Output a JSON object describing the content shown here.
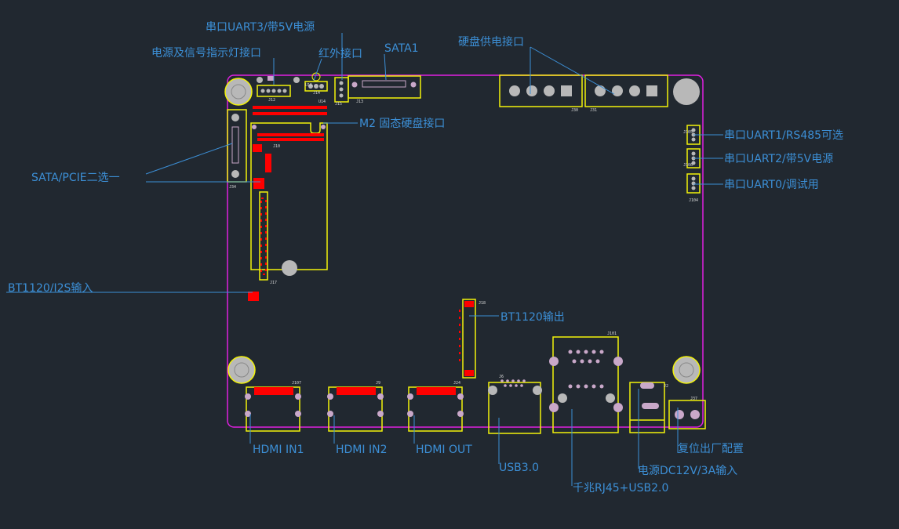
{
  "labels": {
    "uart3": "串口UART3/带5V电源",
    "power_led": "电源及信号指示灯接口",
    "ir": "红外接口",
    "sata1": "SATA1",
    "hdd_power": "硬盘供电接口",
    "m2": "M2 固态硬盘接口",
    "sata_pcie": "SATA/PCIE二选一",
    "bt1120_in": "BT1120/I2S输入",
    "bt1120_out": "BT1120输出",
    "uart1": "串口UART1/RS485可选",
    "uart2": "串口UART2/带5V电源",
    "uart0": "串口UART0/调试用",
    "hdmi_in1": "HDMI IN1",
    "hdmi_in2": "HDMI IN2",
    "hdmi_out": "HDMI OUT",
    "usb3": "USB3.0",
    "rj45": "千兆RJ45+USB2.0",
    "dc_in": "电源DC12V/3A输入",
    "reset": "复位出厂配置"
  },
  "designators": {
    "j12": "J12",
    "j13": "J13",
    "j14": "J14",
    "j15": "J15",
    "u14": "U14",
    "u15": "U15",
    "j30": "J30",
    "j31": "J31",
    "j34": "J34",
    "j10": "J10",
    "j17": "J17",
    "j18": "J18",
    "j105": "J105",
    "j106": "J106",
    "j104": "J104",
    "j107": "J107",
    "j9": "J9",
    "j24": "J24",
    "j6": "J6",
    "j101": "J101",
    "j2": "J2",
    "j37": "J37"
  },
  "colors": {
    "background": "#212830",
    "board_outline": "#e020e0",
    "silkscreen": "#f2f20a",
    "pads": "#ff0000",
    "callouts": "#3c8fd6"
  }
}
